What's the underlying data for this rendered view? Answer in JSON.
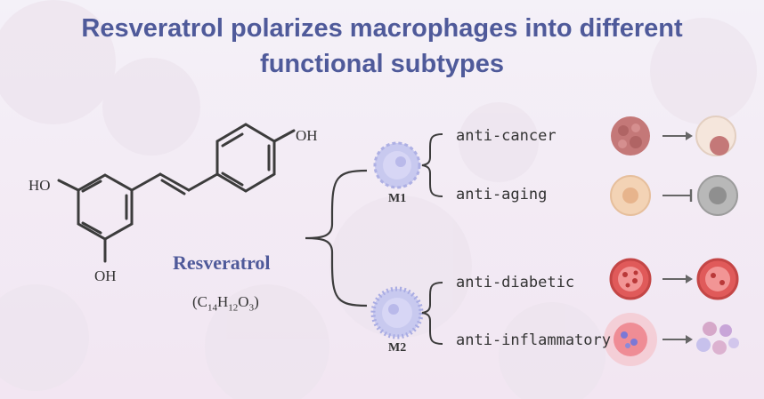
{
  "title_lines": [
    "Resveratrol polarizes macrophages into different",
    "functional subtypes"
  ],
  "molecule": {
    "name": "Resveratrol",
    "formula": {
      "c": "C",
      "c_n": "14",
      "h": "H",
      "h_n": "12",
      "o": "O",
      "o_n": "3"
    },
    "groups": [
      "OH",
      "HO",
      "OH"
    ]
  },
  "macrophages": [
    {
      "label": "M1",
      "functions": [
        "anti-cancer",
        "anti-aging"
      ]
    },
    {
      "label": "M2",
      "functions": [
        "anti-diabetic",
        "anti-inflammatory"
      ]
    }
  ],
  "colors": {
    "title": "#4f5a9a",
    "macrophage": "#c5c6ee",
    "cancer_cell": "#c47878",
    "aging_cell": "#f3d3b5",
    "senescent_cell": "#a9a9a9",
    "red_cell": "#e05a5a"
  }
}
